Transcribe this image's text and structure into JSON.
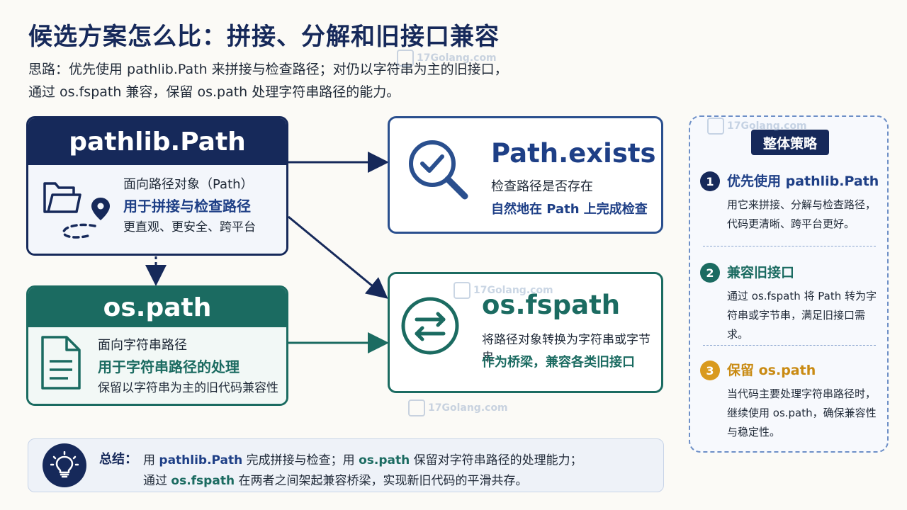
{
  "title": "候选方案怎么比：拼接、分解和旧接口兼容",
  "subtitle": {
    "line1": "思路：优先使用 pathlib.Path 来拼接与检查路径；对仍以字符串为主的旧接口，",
    "line2": "通过 os.fspath 兼容，保留 os.path 处理字符串路径的能力。"
  },
  "pathlib": {
    "header": "pathlib.Path",
    "line1": "面向路径对象（Path）",
    "line2": "用于拼接与检查路径",
    "line3": "更直观、更安全、跨平台"
  },
  "ospath": {
    "header": "os.path",
    "line1": "面向字符串路径",
    "line2": "用于字符串路径的处理",
    "line3": "保留以字符串为主的旧代码兼容性"
  },
  "exists": {
    "title": "Path.exists",
    "line1": "检查路径是否存在",
    "line2": "自然地在 Path 上完成检查"
  },
  "fspath": {
    "title": "os.fspath",
    "line1": "将路径对象转换为字符串或字节串",
    "line2": "作为桥梁，兼容各类旧接口"
  },
  "strategy": {
    "badge": "整体策略",
    "items": [
      {
        "num": "1",
        "title": "优先使用 pathlib.Path",
        "desc": "用它来拼接、分解与检查路径，代码更清晰、跨平台更好。"
      },
      {
        "num": "2",
        "title": "兼容旧接口",
        "desc": "通过 os.fspath 将 Path 转为字符串或字节串，满足旧接口需求。"
      },
      {
        "num": "3",
        "title": "保留 os.path",
        "desc": "当代码主要处理字符串路径时，继续使用 os.path，确保兼容性与稳定性。"
      }
    ]
  },
  "summary": {
    "label": "总结：",
    "l1_a": "用 ",
    "l1_b": "pathlib.Path",
    "l1_c": " 完成拼接与检查；用 ",
    "l1_d": "os.path",
    "l1_e": " 保留对字符串路径的处理能力；",
    "l2_a": "通过 ",
    "l2_b": "os.fspath",
    "l2_c": " 在两者之间架起兼容桥梁，实现新旧代码的平滑共存。"
  },
  "watermark": "17Golang.com",
  "colors": {
    "navy": "#16295a",
    "teal": "#1b6b61",
    "blue": "#2a4f8e",
    "gold": "#d99a1e"
  },
  "icons": [
    "folder-icon",
    "location-pin-icon",
    "document-icon",
    "magnifier-check-icon",
    "swap-arrows-icon",
    "lightbulb-icon"
  ]
}
